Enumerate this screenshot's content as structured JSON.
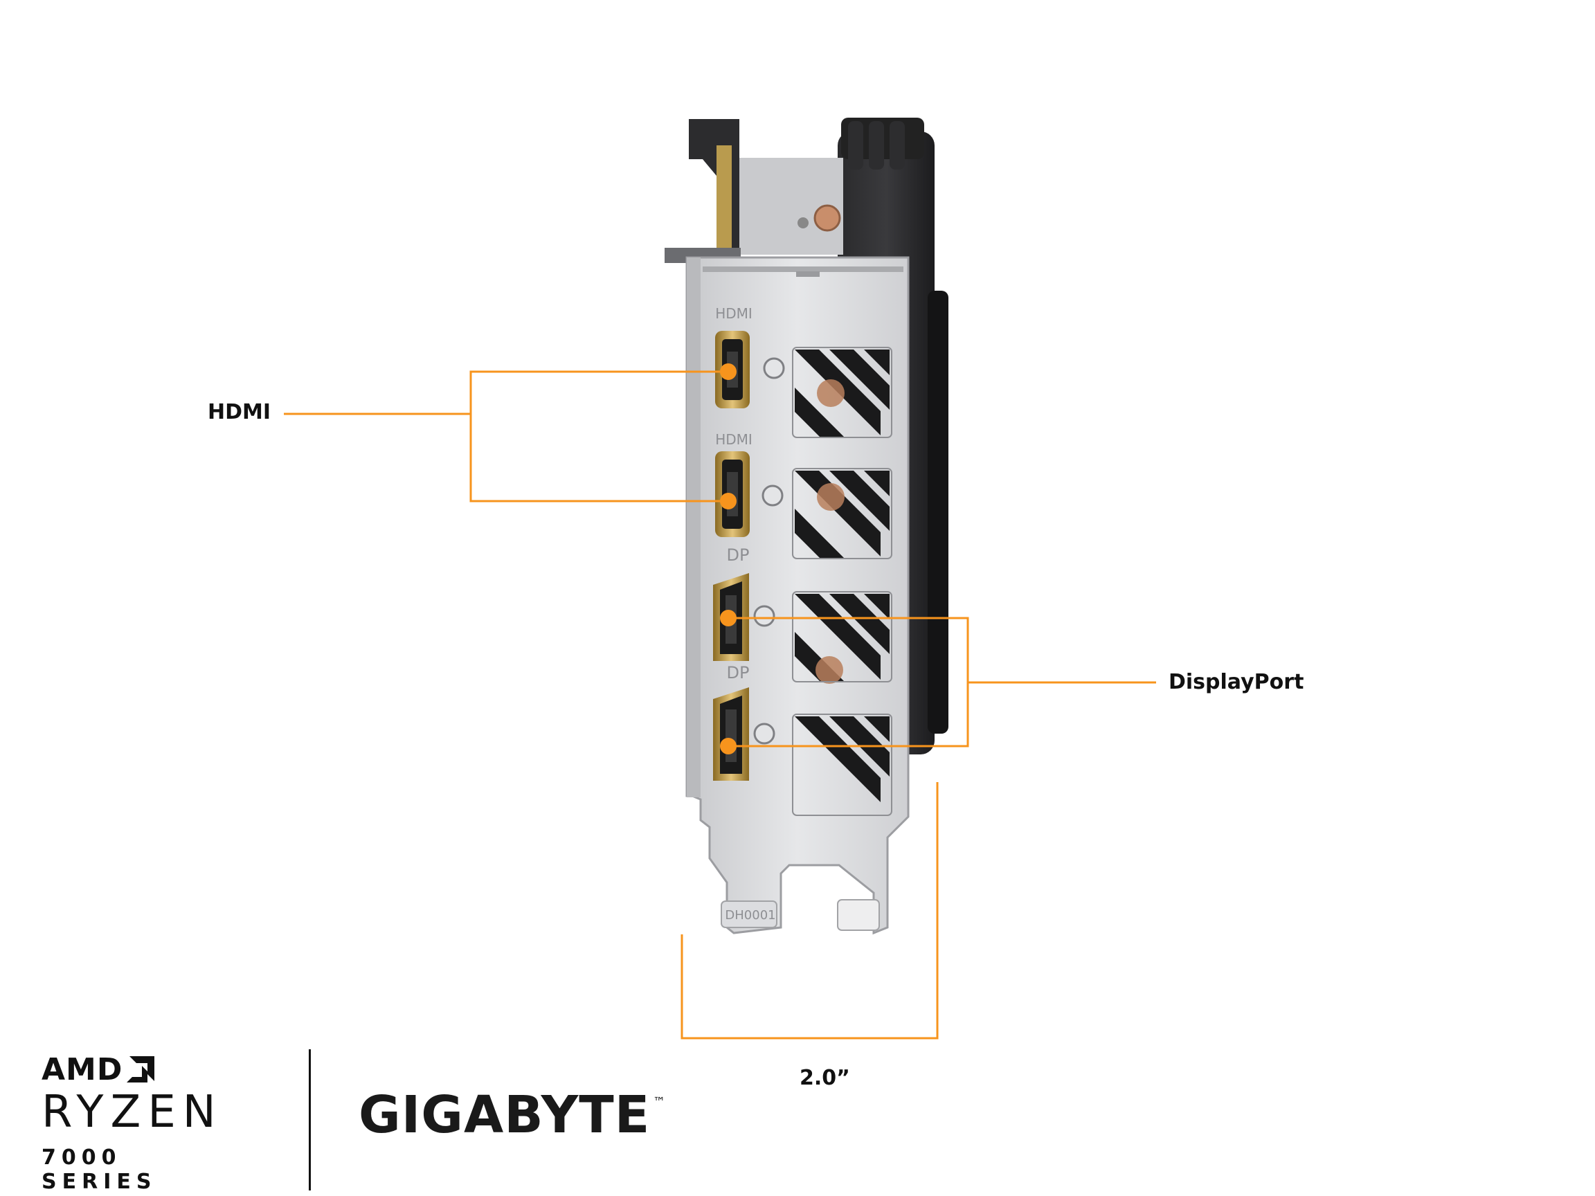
{
  "callouts": {
    "hdmi": "HDMI",
    "displayport": "DisplayPort",
    "dimension": "2.0”"
  },
  "bracket_markings": {
    "hdmi_top": "HDMI",
    "hdmi_bottom": "HDMI",
    "dp_top": "DP",
    "dp_bottom": "DP",
    "part_code": "DH0001"
  },
  "badge": {
    "amd": "AMD",
    "ryzen": "RYZEN",
    "series": "7000 SERIES"
  },
  "brand": {
    "name": "GIGABYTE",
    "tm": "™"
  },
  "colors": {
    "accent": "#F7941D",
    "port_gold": "#C9A04A",
    "bracket": "#D9DADC",
    "shroud": "#1E1E20"
  }
}
